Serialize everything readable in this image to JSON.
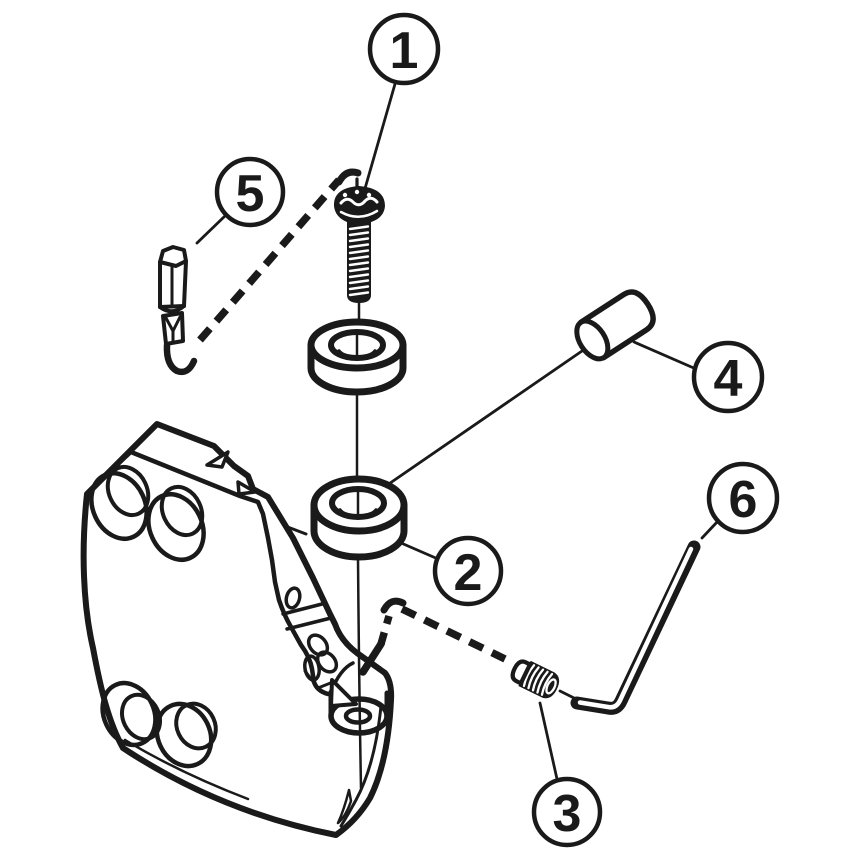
{
  "colors": {
    "background": "#ffffff",
    "ink": "#1a1a1a"
  },
  "callouts": [
    {
      "label": "1"
    },
    {
      "label": "2"
    },
    {
      "label": "3"
    },
    {
      "label": "4"
    },
    {
      "label": "5"
    },
    {
      "label": "6"
    }
  ]
}
